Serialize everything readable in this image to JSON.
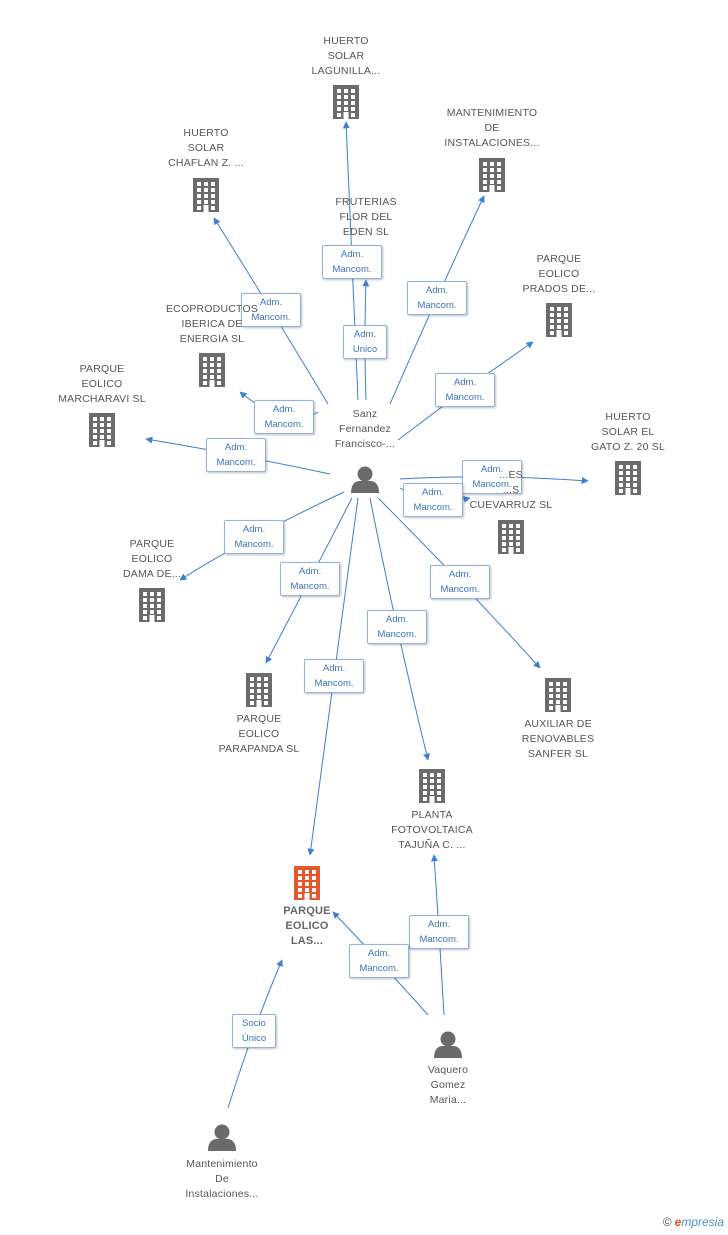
{
  "nodes": [
    {
      "id": "sanz",
      "type": "person",
      "lines": [
        "Sanz",
        "Fernandez",
        "Francisco-..."
      ]
    },
    {
      "id": "huerto-lagunilla",
      "type": "company",
      "lines": [
        "HUERTO",
        "SOLAR",
        "LAGUNILLA..."
      ]
    },
    {
      "id": "mantenimiento-inst",
      "type": "company",
      "lines": [
        "MANTENIMIENTO",
        "DE",
        "INSTALACIONES..."
      ]
    },
    {
      "id": "huerto-chaflan",
      "type": "company",
      "lines": [
        "HUERTO",
        "SOLAR",
        "CHAFLAN Z. ..."
      ]
    },
    {
      "id": "fruterias",
      "type": "company",
      "lines": [
        "FRUTERIAS",
        "FLOR DEL",
        "EDEN SL"
      ]
    },
    {
      "id": "parque-prados",
      "type": "company",
      "lines": [
        "PARQUE",
        "EOLICO",
        "PRADOS DE..."
      ]
    },
    {
      "id": "ecoproductos",
      "type": "company",
      "lines": [
        "ECOPRODUCTOS",
        "IBERICA DE",
        "ENERGIA SL"
      ]
    },
    {
      "id": "parque-marcharavi",
      "type": "company",
      "lines": [
        "PARQUE",
        "EOLICO",
        "MARCHARAVI SL"
      ]
    },
    {
      "id": "huerto-gato",
      "type": "company",
      "lines": [
        "HUERTO",
        "SOLAR EL",
        "GATO Z. 20 SL"
      ]
    },
    {
      "id": "cuevarruz",
      "type": "company",
      "lines": [
        "...ES",
        "...S",
        "CUEVARRUZ SL"
      ]
    },
    {
      "id": "parque-dama",
      "type": "company",
      "lines": [
        "PARQUE",
        "EOLICO",
        "DAMA DE..."
      ]
    },
    {
      "id": "parque-parapanda",
      "type": "company",
      "lines": [
        "PARQUE",
        "EOLICO",
        "PARAPANDA SL"
      ]
    },
    {
      "id": "auxiliar",
      "type": "company",
      "lines": [
        "AUXILIAR DE",
        "RENOVABLES",
        "SANFER SL"
      ]
    },
    {
      "id": "planta-tajuna",
      "type": "company",
      "lines": [
        "PLANTA",
        "FOTOVOLTAICA",
        "TAJUÑA C. ..."
      ]
    },
    {
      "id": "parque-las",
      "type": "company",
      "focus": true,
      "lines": [
        "PARQUE",
        "EOLICO",
        "LAS..."
      ]
    },
    {
      "id": "vaquero",
      "type": "person",
      "lines": [
        "Vaquero",
        "Gomez",
        "Maria..."
      ]
    },
    {
      "id": "mant-person",
      "type": "person",
      "lines": [
        "Mantenimiento",
        "De",
        "Instalaciones..."
      ]
    }
  ],
  "edges": [
    {
      "from": "sanz",
      "to": "huerto-lagunilla",
      "label": [
        "Adm.",
        "Mancom."
      ]
    },
    {
      "from": "sanz",
      "to": "fruterias",
      "label": [
        "Adm.",
        "Unico"
      ]
    },
    {
      "from": "sanz",
      "to": "mantenimiento-inst",
      "label": [
        "Adm.",
        "Mancom."
      ]
    },
    {
      "from": "sanz",
      "to": "huerto-chaflan",
      "label": [
        "Adm.",
        "Mancom."
      ]
    },
    {
      "from": "sanz",
      "to": "parque-prados",
      "label": [
        "Adm.",
        "Mancom."
      ]
    },
    {
      "from": "sanz",
      "to": "ecoproductos",
      "label": [
        "Adm.",
        "Mancom."
      ]
    },
    {
      "from": "sanz",
      "to": "parque-marcharavi",
      "label": [
        "Adm.",
        "Mancom."
      ]
    },
    {
      "from": "sanz",
      "to": "huerto-gato",
      "label": [
        "Adm.",
        "Mancom."
      ]
    },
    {
      "from": "sanz",
      "to": "cuevarruz",
      "label": [
        "Adm.",
        "Mancom."
      ]
    },
    {
      "from": "sanz",
      "to": "parque-dama",
      "label": [
        "Adm.",
        "Mancom."
      ]
    },
    {
      "from": "sanz",
      "to": "parque-parapanda",
      "label": [
        "Adm.",
        "Mancom."
      ]
    },
    {
      "from": "sanz",
      "to": "auxiliar",
      "label": [
        "Adm.",
        "Mancom."
      ]
    },
    {
      "from": "sanz",
      "to": "planta-tajuna",
      "label": [
        "Adm.",
        "Mancom."
      ]
    },
    {
      "from": "sanz",
      "to": "parque-las",
      "label": [
        "Adm.",
        "Mancom."
      ]
    },
    {
      "from": "vaquero",
      "to": "planta-tajuna",
      "label": [
        "Adm.",
        "Mancom."
      ]
    },
    {
      "from": "vaquero",
      "to": "parque-las",
      "label": [
        "Adm.",
        "Mancom."
      ]
    },
    {
      "from": "mant-person",
      "to": "parque-las",
      "label": [
        "Socio",
        "Único"
      ]
    }
  ],
  "colors": {
    "edge": "#3d7fd1",
    "company": "#6b6b6b",
    "focus": "#e8572a",
    "person": "#6b6b6b",
    "label_text": "#3a73b8"
  },
  "watermark": {
    "copyright": "©",
    "brand_initial": "e",
    "brand_rest": "mpresia"
  }
}
